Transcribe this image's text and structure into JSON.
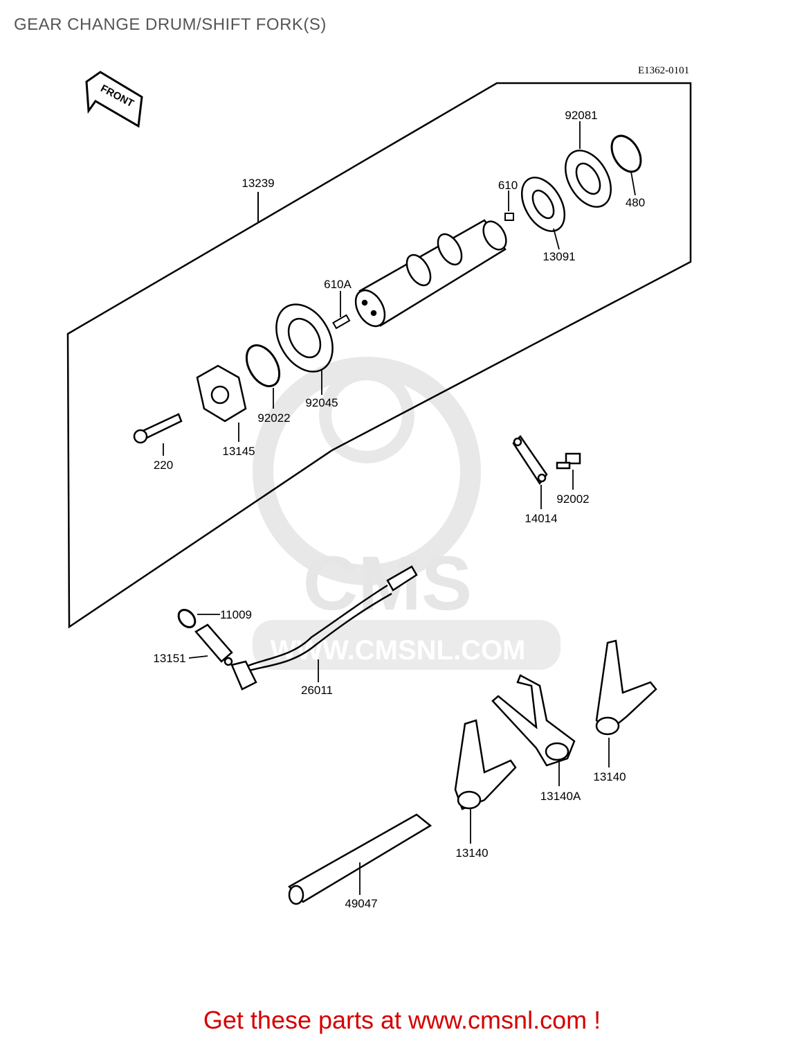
{
  "title": "GEAR CHANGE DRUM/SHIFT FORK(S)",
  "reference_code": "E1362-0101",
  "front_arrow": "FRONT",
  "watermark": {
    "logo": "CMS",
    "url": "WWW.CMSNL.COM"
  },
  "parts": {
    "p13239": "13239",
    "p92081": "92081",
    "p610": "610",
    "p480": "480",
    "p13091": "13091",
    "p610A": "610A",
    "p92045": "92045",
    "p92022": "92022",
    "p13145": "13145",
    "p220": "220",
    "p14014": "14014",
    "p92002": "92002",
    "p11009": "11009",
    "p13151": "13151",
    "p26011": "26011",
    "p13140_right": "13140",
    "p13140A": "13140A",
    "p13140_left": "13140",
    "p49047": "49047"
  },
  "footer": {
    "text": "Get these parts at www.cmsnl.com !",
    "color": "#d40000"
  }
}
